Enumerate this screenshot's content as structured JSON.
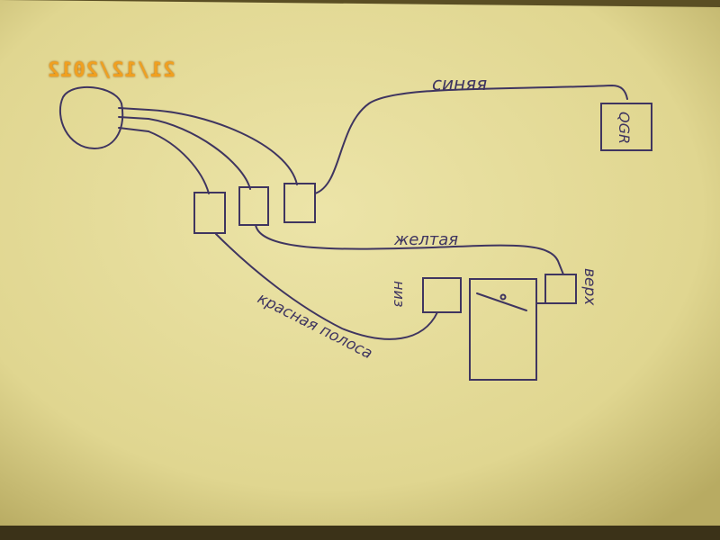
{
  "timestamp": "21/12/2012",
  "labels": {
    "blue_wire": "синяя",
    "device": "QGR",
    "yellow_wire": "желтая",
    "bottom": "низ",
    "top": "верх",
    "red_stripe": "красная полоса"
  },
  "colors": {
    "paper": "#e6dd9c",
    "ink": "#3f3560",
    "stamp": "#f0a020"
  }
}
